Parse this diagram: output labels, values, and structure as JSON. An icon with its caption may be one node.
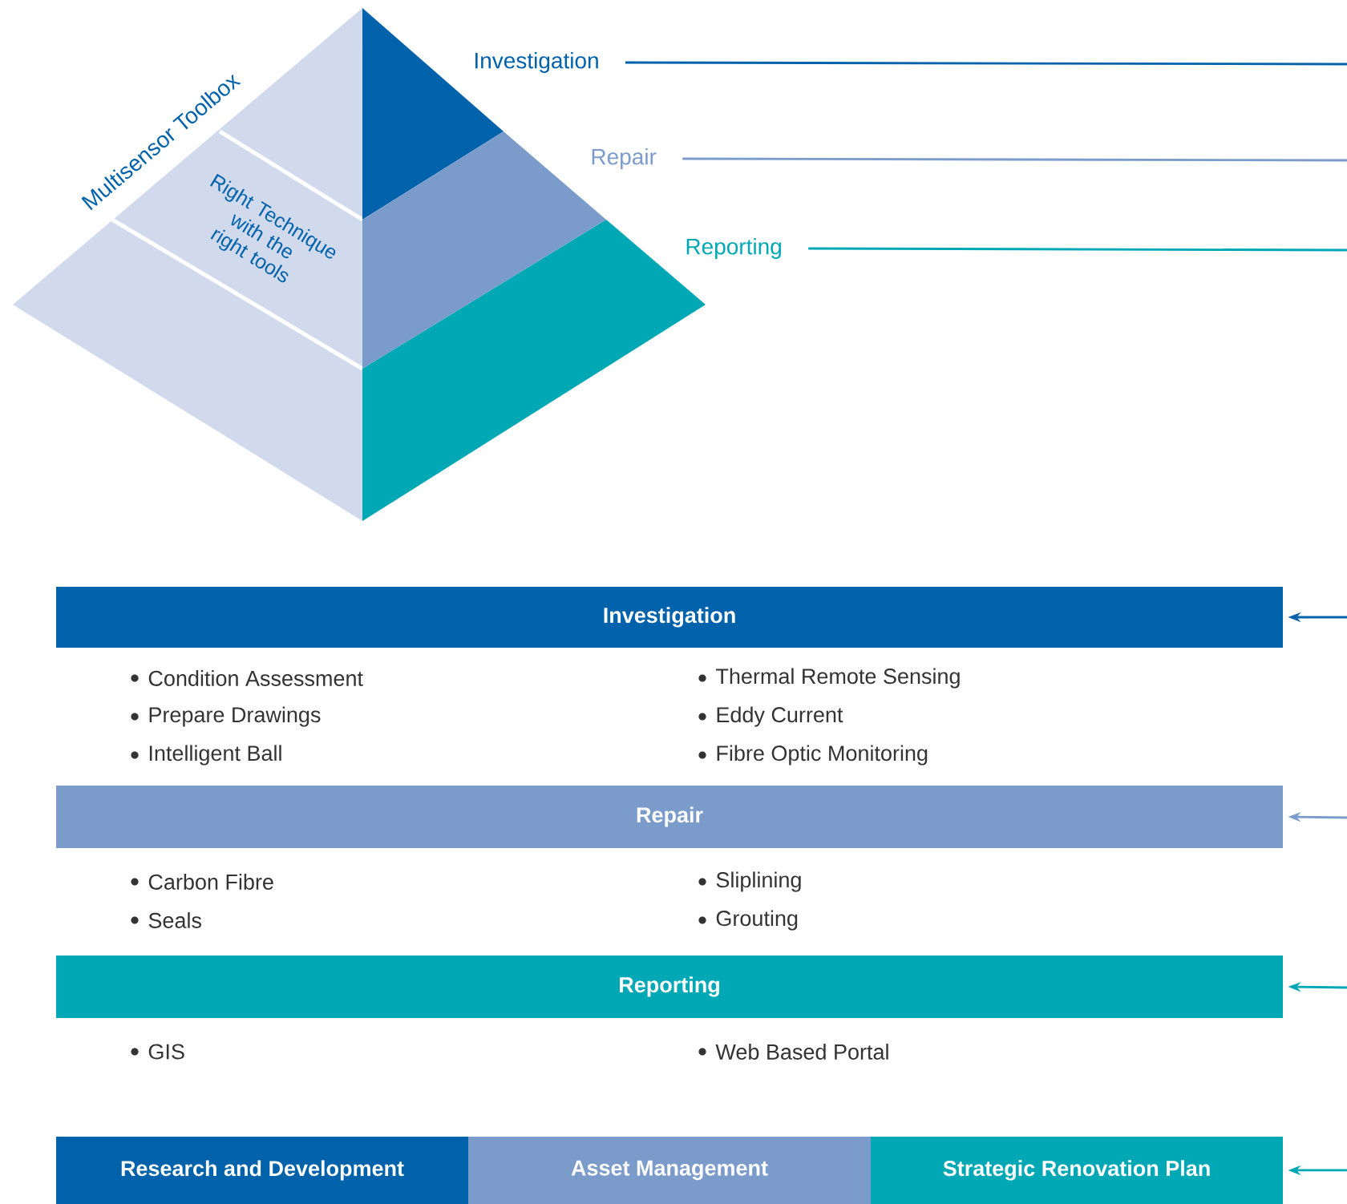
{
  "diagram": {
    "nodes": [
      {
        "text": [
          "Investigation"
        ]
      },
      {
        "text": [
          "Repair"
        ]
      },
      {
        "text": [
          "Reporting"
        ]
      },
      {
        "text": [
          "Investigation"
        ]
      },
      {
        "text": [
          "Repair"
        ]
      },
      {
        "text": [
          "Reporting"
        ]
      },
      {
        "text": [
          "Research and Development"
        ]
      },
      {
        "text": [
          "Asset Management"
        ]
      },
      {
        "text": [
          "Strategic Renovation Plan"
        ]
      }
    ],
    "edges": [
      {
        "from": 0,
        "to": null,
        "arrow": "none",
        "color": "#0062ab"
      },
      {
        "from": 1,
        "to": null,
        "arrow": "none",
        "color": "#7b9bca"
      },
      {
        "from": 2,
        "to": null,
        "arrow": "none",
        "color": "#00a8b5"
      },
      {
        "from": null,
        "to": 3,
        "arrow": "to",
        "color": "#0062ab"
      },
      {
        "from": null,
        "to": 4,
        "arrow": "to",
        "color": "#7b9bca"
      },
      {
        "from": null,
        "to": 5,
        "arrow": "to",
        "color": "#00a8b5"
      },
      {
        "from": null,
        "to": 8,
        "arrow": "to",
        "color": "#00a8b5"
      }
    ],
    "labels": [
      "Multisensor Toolbox",
      "Right Technique with the right tools",
      "Condition Assessment",
      "Thermal Remote Sensing",
      "Prepare Drawings",
      "Eddy Current",
      "Intelligent Ball",
      "Fibre Optic Monitoring",
      "Carbon Fibre",
      "Sliplining",
      "Seals",
      "Grouting",
      "GIS",
      "Web Based Portal"
    ]
  }
}
